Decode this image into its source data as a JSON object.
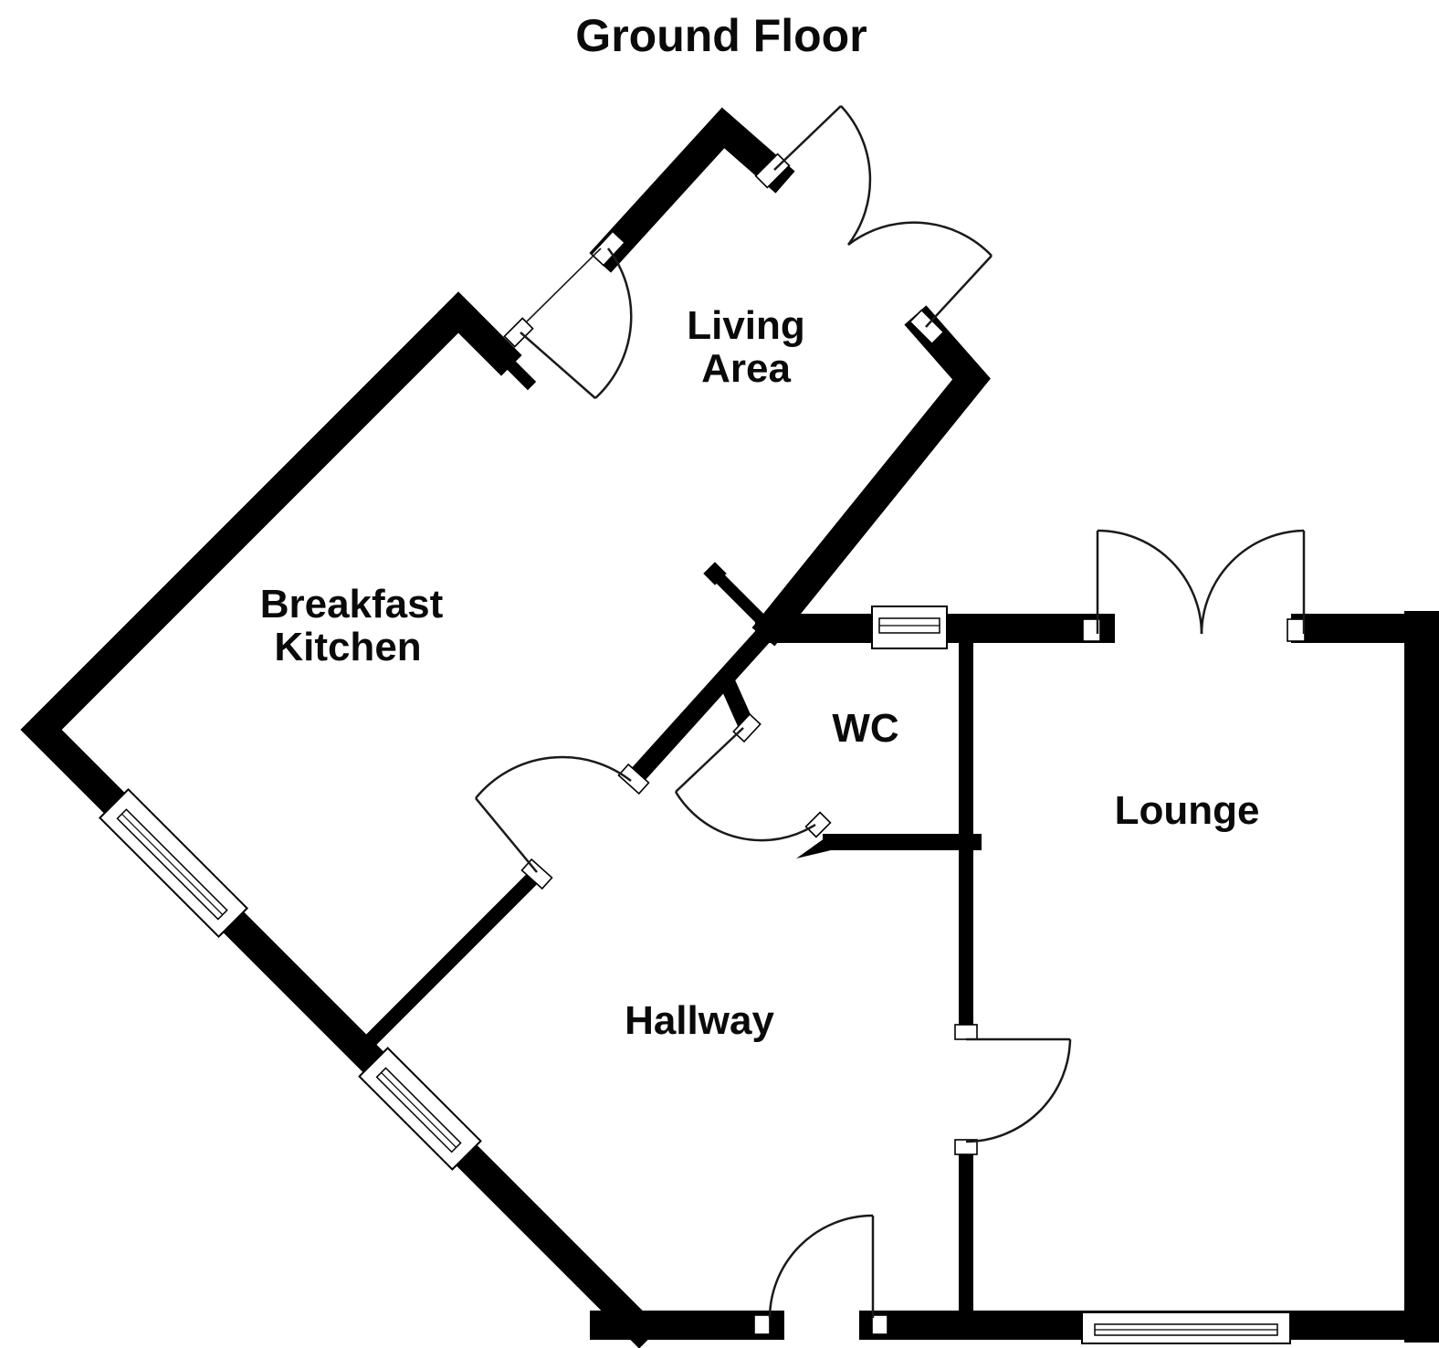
{
  "title": "Ground Floor",
  "colors": {
    "background": "#ffffff",
    "wall": "#000000",
    "label": "#0a0a0a",
    "thin_line": "#1a1a1a"
  },
  "rooms": {
    "living_area": {
      "name": "Living Area",
      "lines": [
        "Living",
        "Area"
      ]
    },
    "breakfast_kitchen": {
      "name": "Breakfast Kitchen",
      "lines": [
        "Breakfast",
        "Kitchen"
      ]
    },
    "wc": {
      "name": "WC",
      "lines": [
        "WC"
      ]
    },
    "hallway": {
      "name": "Hallway",
      "lines": [
        "Hallway"
      ]
    },
    "lounge": {
      "name": "Lounge",
      "lines": [
        "Lounge"
      ]
    }
  },
  "elements": {
    "doors": [
      "kitchen-to-living door",
      "living-area external double door",
      "kitchen-to-hallway door",
      "wc door",
      "hallway-to-lounge door",
      "front door",
      "lounge external double door"
    ],
    "windows": [
      "kitchen window upper",
      "kitchen window lower",
      "wc window",
      "lounge window"
    ]
  }
}
